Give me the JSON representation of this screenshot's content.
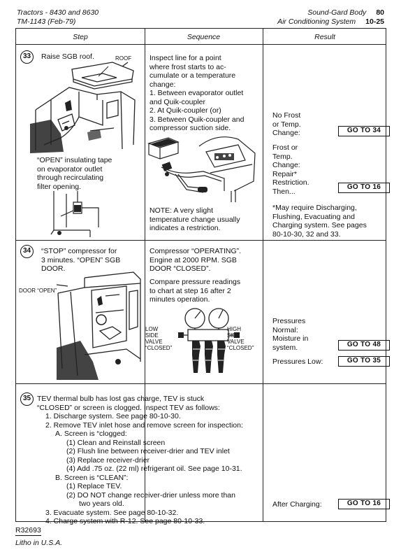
{
  "header": {
    "left_line1": "Tractors - 8430 and 8630",
    "left_line2": "TM-1143  (Feb-79)",
    "right_line1": "Sound-Gard Body",
    "right_line2": "Air Conditioning System",
    "page_main": "80",
    "page_sub": "10-25"
  },
  "columns": {
    "step": "Step",
    "sequence": "Sequence",
    "result": "Result"
  },
  "step33": {
    "number": "33",
    "title": "Raise SGB roof.",
    "roof_label": "ROOF",
    "instruction": [
      "“OPEN” insulating tape",
      "on evaporator outlet",
      "through recirculating",
      "filter opening."
    ],
    "sequence_intro": [
      "Inspect line for a point",
      "where frost starts to ac-",
      "cumulate or a temperature",
      "change:"
    ],
    "sequence_items": [
      "1.  Between evaporator outlet",
      "     and Quik-coupler",
      "2.  At Quik-coupler (or)",
      "3.  Between Quik-coupler and",
      "     compressor suction side."
    ],
    "note": [
      "NOTE: A very slight",
      "temperature change usually",
      "indicates a restriction."
    ],
    "result_a": [
      "No Frost",
      "or Temp.",
      "Change:"
    ],
    "goto_a": "GO TO 34",
    "result_b": [
      "Frost or",
      "Temp.",
      "Change:",
      "Repair*",
      "Restriction.",
      "Then..."
    ],
    "goto_b": "GO TO 16",
    "footnote": [
      "*May require Discharging,",
      "Flushing, Evacuating and",
      "Charging system. See pages",
      "80-10-30, 32 and 33."
    ]
  },
  "step34": {
    "number": "34",
    "instruction": [
      "“STOP” compressor for",
      "3 minutes. “OPEN” SGB",
      "DOOR."
    ],
    "door_label": "DOOR “OPEN”",
    "sequence_a": [
      "Compressor “OPERATING”.",
      "Engine at 2000 RPM. SGB",
      "DOOR “CLOSED”."
    ],
    "sequence_b": [
      "Compare pressure readings",
      "to chart at step 16 after 2",
      "minutes operation."
    ],
    "low_valve": [
      "LOW",
      "SIDE",
      "VALVE",
      "“CLOSED”"
    ],
    "high_valve": [
      "HIGH",
      "SIDE",
      "VALVE",
      "“CLOSED”"
    ],
    "result_a": [
      "Pressures",
      "Normal:",
      "Moisture in",
      "system."
    ],
    "goto_a": "GO TO 48",
    "result_b": "Pressures Low:",
    "goto_b": "GO TO 35"
  },
  "step35": {
    "number": "35",
    "lines": [
      {
        "t": "TEV thermal bulb has lost gas charge, TEV is stuck",
        "i": 0
      },
      {
        "t": "“CLOSED” or screen is clogged. Inspect TEV as follows:",
        "i": 0
      },
      {
        "t": "1.  Discharge system. See page 80-10-30.",
        "i": 1
      },
      {
        "t": "2.  Remove TEV inlet hose and remove screen for inspection:",
        "i": 1
      },
      {
        "t": "A.  Screen is “clogged:",
        "i": 2
      },
      {
        "t": "(1)  Clean and Reinstall screen",
        "i": 3
      },
      {
        "t": "(2)  Flush line between receiver-drier and TEV inlet",
        "i": 3
      },
      {
        "t": "(3)  Replace receiver-drier",
        "i": 3
      },
      {
        "t": "(4)  Add .75 oz. (22 ml) refrigerant oil. See page 10-31.",
        "i": 3
      },
      {
        "t": "B.  Screen is “CLEAN”:",
        "i": 2
      },
      {
        "t": "(1)  Replace TEV.",
        "i": 3
      },
      {
        "t": "(2)  DO NOT change receiver-drier unless more than",
        "i": 3
      },
      {
        "t": "two years old.",
        "i": 4
      },
      {
        "t": "3.  Evacuate system. See page 80-10-32.",
        "i": 1
      },
      {
        "t": "4.  Charge system with R-12. See page  80-10-33.",
        "i": 1
      }
    ],
    "result": "After Charging:",
    "goto": "GO TO 16"
  },
  "footer": {
    "code": "R32693",
    "litho": "Litho in U.S.A."
  }
}
